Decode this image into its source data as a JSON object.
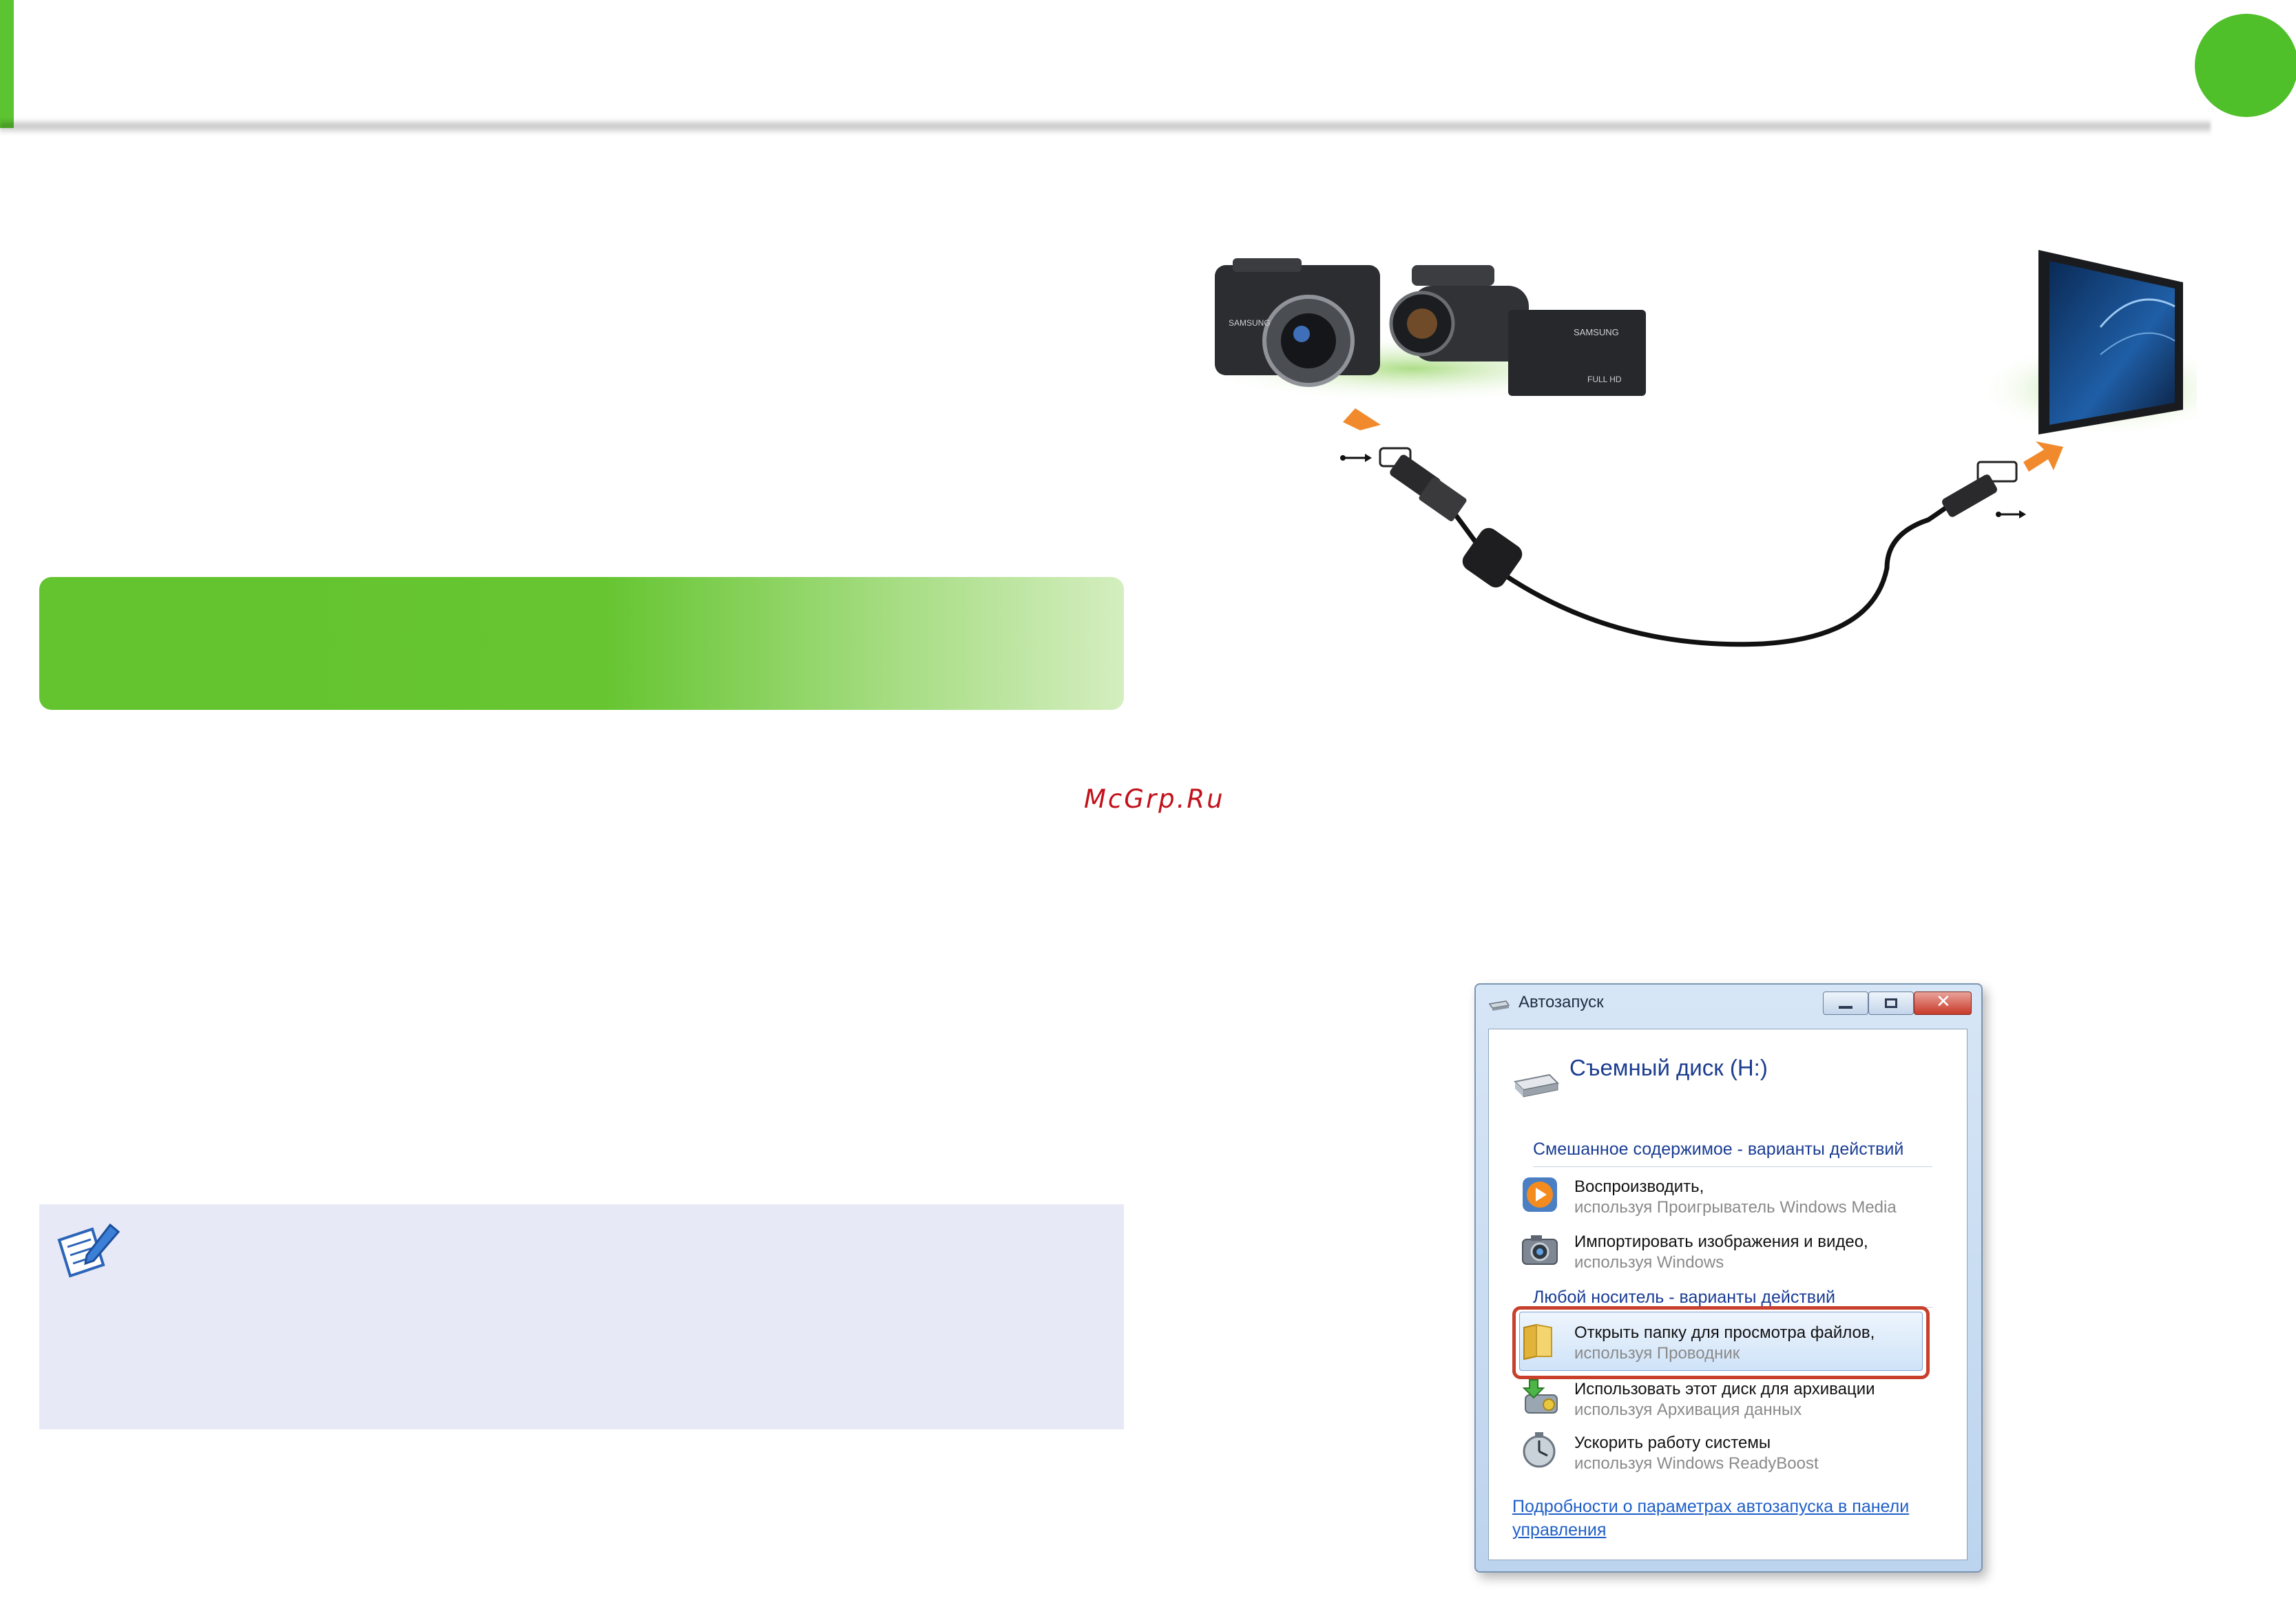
{
  "watermark": "McGrp.Ru",
  "autoplay": {
    "title": "Автозапуск",
    "disk_title": "Съемный диск (H:)",
    "group_mixed": "Смешанное содержимое - варианты действий",
    "group_any": "Любой носитель - варианты действий",
    "options": [
      {
        "label": "Воспроизводить,",
        "sub": "используя Проигрыватель Windows Media",
        "icon": "media-player-icon"
      },
      {
        "label": "Импортировать изображения и видео,",
        "sub": "используя Windows",
        "icon": "camera-icon"
      },
      {
        "label": "Открыть папку для просмотра файлов,",
        "sub": "используя Проводник",
        "icon": "folder-icon"
      },
      {
        "label": "Использовать этот диск для архивации",
        "sub": "используя Архивация данных",
        "icon": "backup-icon"
      },
      {
        "label": "Ускорить работу системы",
        "sub": "используя Windows ReadyBoost",
        "icon": "readyboost-icon"
      }
    ],
    "link": "Подробности о параметрах автозапуска в панели управления"
  },
  "illustration": {
    "camera_brand": "SAMSUNG",
    "camcorder_brand": "SAMSUNG",
    "camcorder_badge": "FULL HD"
  },
  "colors": {
    "accent_green": "#5cc431",
    "highlight_red": "#c8402c",
    "watermark_red": "#c2111a",
    "note_bg": "#e7eaf6"
  }
}
